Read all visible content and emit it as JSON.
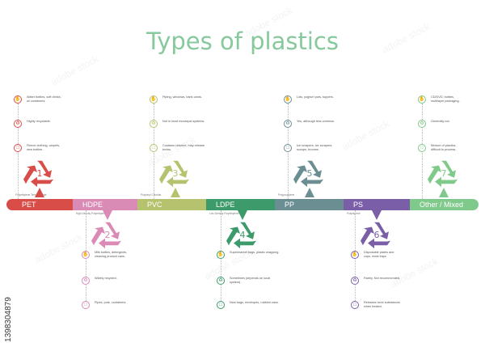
{
  "title": "Types of plastics",
  "stock_id": "1398304879",
  "watermark_text": "adobe stock",
  "colors": {
    "title": "#86c99c",
    "pet": "#d94d49",
    "hdpe": "#d98ab5",
    "pvc": "#b7c26f",
    "ldpe": "#3d9a6b",
    "pp": "#6b8e93",
    "ps": "#7a5fa8",
    "other": "#7fc98a"
  },
  "icons": {
    "use": "hand-icon",
    "recycle": "recycle-icon",
    "product": "product-icon"
  },
  "plastics": [
    {
      "abbr": "PET",
      "number": "1",
      "subtitle": "Polyethylene Terephthalate",
      "info": [
        "Water bottles, soft drinks,\noil containers.",
        "Highly recyclable.",
        "Fleece clothing, carpets,\nnew bottles."
      ]
    },
    {
      "abbr": "HDPE",
      "number": "2",
      "subtitle": "High Density Polyethylene",
      "info": [
        "Milk bottles, detergents,\ncleaning product cans.",
        "Widely recycled.",
        "Pipes, pots, containers."
      ]
    },
    {
      "abbr": "PVC",
      "number": "3",
      "subtitle": "Polyvinyl Chloride",
      "info": [
        "Piping, windows, bank cards.",
        "Not in most municipal systems.",
        "Contains chlorine, may release toxins."
      ]
    },
    {
      "abbr": "LDPE",
      "number": "4",
      "subtitle": "Low Density Polyethylene",
      "info": [
        "Supermarket bags, plastic wrapping.",
        "Sometimes (depends on local system).",
        "New bags, envelopes, rubbish cans."
      ]
    },
    {
      "abbr": "PP",
      "number": "5",
      "subtitle": "Polypropylene",
      "info": [
        "Lids, yoghurt pots, tuppers.",
        "Yes, although less common.",
        "Ice scrapers, ice scrapers,\nscoops, brooms."
      ]
    },
    {
      "abbr": "PS",
      "number": "6",
      "subtitle": "Polystyrene",
      "info": [
        "Disposable plates and\ncups, meat trays",
        "Rarely. Not recommended.",
        "Releases toxic substances\nwhen heated."
      ]
    },
    {
      "abbr": "Other / Mixed",
      "number": "7",
      "subtitle": "",
      "info": [
        "CD/DVD, bottles,\nmultilayer packaging.",
        "Generally not.",
        "Mixture of plastics,\ndifficult to process."
      ]
    }
  ]
}
